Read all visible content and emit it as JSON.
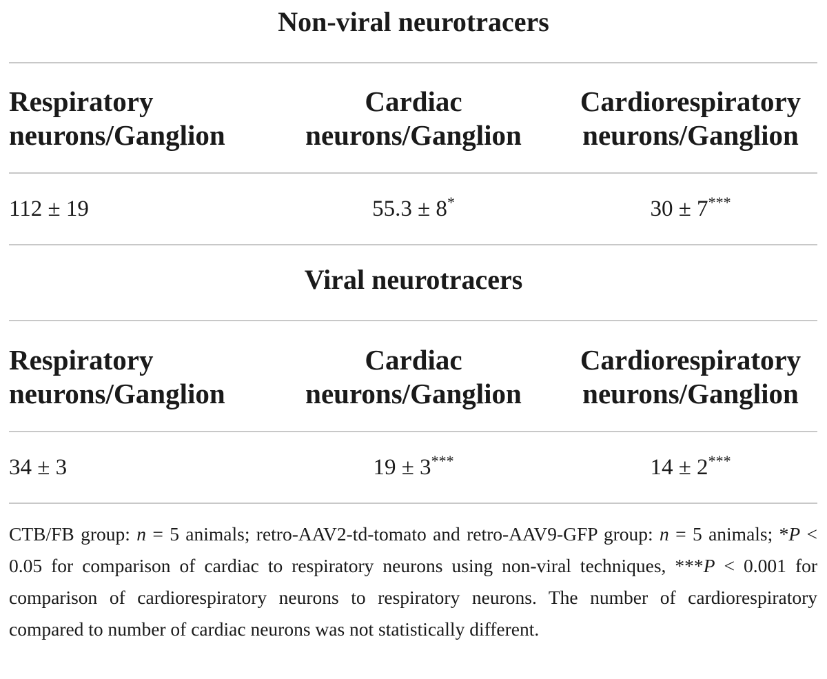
{
  "section1": {
    "title": "Non-viral neurotracers",
    "headers": [
      {
        "line1": "Respiratory",
        "line2": "neurons/Ganglion"
      },
      {
        "line1": "Cardiac",
        "line2": "neurons/Ganglion"
      },
      {
        "line1": "Cardiorespiratory",
        "line2": "neurons/Ganglion"
      }
    ],
    "values": [
      {
        "value": "112 ± 19",
        "mark": ""
      },
      {
        "value": "55.3 ± 8",
        "mark": "*"
      },
      {
        "value": "30 ± 7",
        "mark": "***"
      }
    ]
  },
  "section2": {
    "title": "Viral neurotracers",
    "headers": [
      {
        "line1": "Respiratory",
        "line2": "neurons/Ganglion"
      },
      {
        "line1": "Cardiac",
        "line2": "neurons/Ganglion"
      },
      {
        "line1": "Cardiorespiratory",
        "line2": "neurons/Ganglion"
      }
    ],
    "values": [
      {
        "value": "34 ± 3",
        "mark": ""
      },
      {
        "value": "19 ± 3",
        "mark": "***"
      },
      {
        "value": "14 ± 2",
        "mark": "***"
      }
    ]
  },
  "footnote": {
    "part1": "CTB/FB group: ",
    "n1": "n",
    "part2": " = 5 animals; retro-AAV2-td-tomato and retro-AAV9-GFP group: ",
    "n2": "n",
    "part3": " = 5 animals; *",
    "p1": "P",
    "part4": " < 0.05 for comparison of cardiac to respiratory neurons using non-viral techniques, ***",
    "p2": "P",
    "part5": " < 0.001 for comparison of cardiorespiratory neurons to respiratory neurons. The number of cardiorespiratory compared to number of cardiac neurons was not statistically different."
  }
}
